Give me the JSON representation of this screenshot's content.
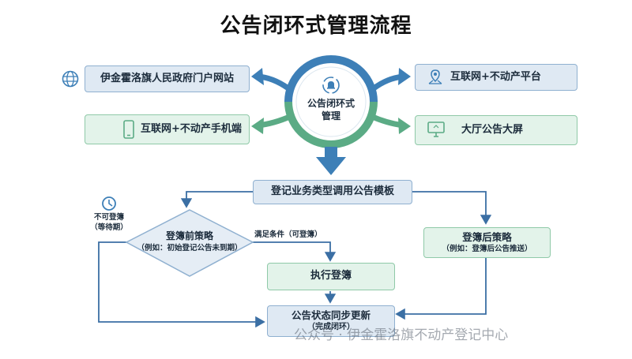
{
  "title": "公告闭环式管理流程",
  "center": {
    "label_line1": "公告闭环式",
    "label_line2": "管理"
  },
  "channels": {
    "gov_site": "伊金霍洛旗人民政府门户网站",
    "mobile": "互联网+不动产手机端",
    "platform": "互联网+不动产平台",
    "screen": "大厅公告大屏"
  },
  "flow": {
    "template": "登记业务类型调用公告模板",
    "pre_strategy": "登簿前策略",
    "pre_example": "（例如：初始登记公告未到期）",
    "not_allowed_line1": "不可登簿",
    "not_allowed_line2": "（等待期）",
    "condition_met": "满足条件（可登簿）",
    "execute": "执行登簿",
    "post_strategy": "登簿后策略",
    "post_example": "（例如：登簿后公告推送）",
    "sync_line1": "公告状态同步更新",
    "sync_line2": "（完成闭环）"
  },
  "watermark": "公众号 · 伊金霍洛旗不动产登记中心",
  "colors": {
    "blue": "#3d7fb7",
    "green": "#5bab85",
    "line": "#3b6fa4"
  }
}
